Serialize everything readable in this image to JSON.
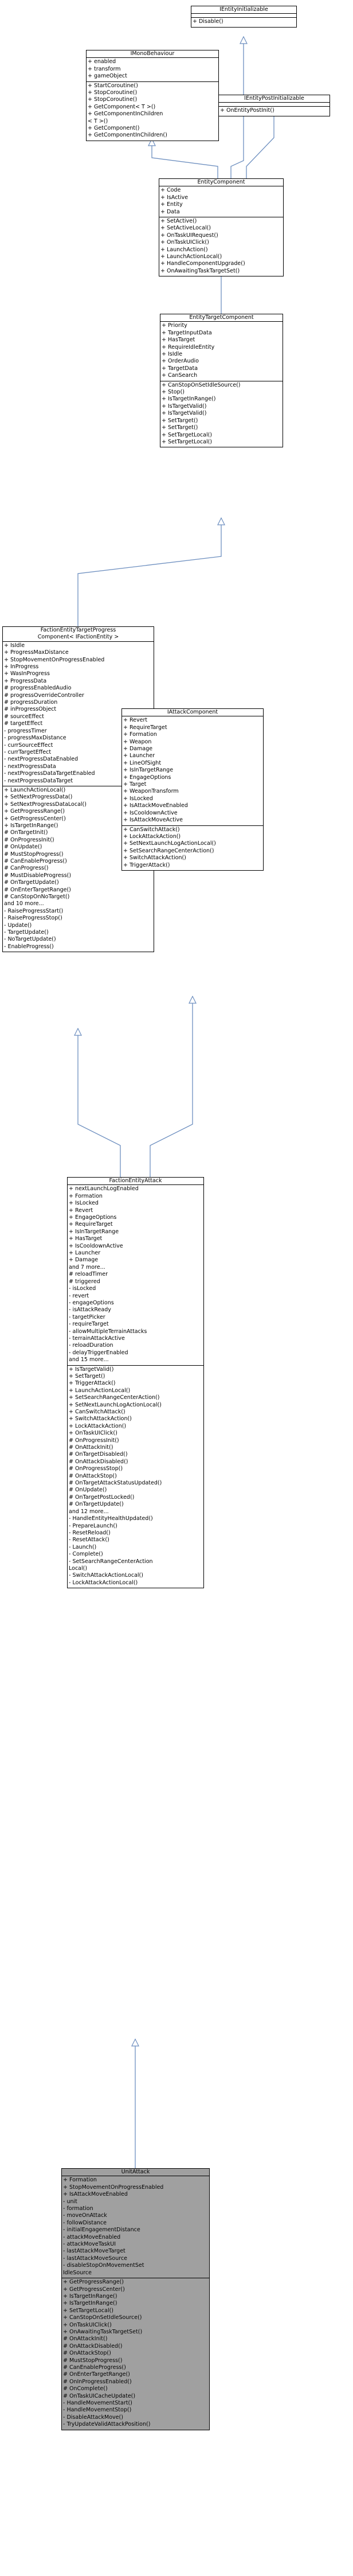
{
  "classes": [
    {
      "name": "IEntityInitializable",
      "fields": [],
      "methods": [
        "+ Disable()"
      ]
    },
    {
      "name": "IMonoBehaviour",
      "fields": [
        "+ enabled",
        "+ transform",
        "+ gameObject"
      ],
      "methods": [
        "+ StartCoroutine()",
        "+ StopCoroutine()",
        "+ StopCoroutine()",
        "+ GetComponent< T >()",
        "+ GetComponentInChildren\n< T >()",
        "+ GetComponent()",
        "+ GetComponentInChildren()"
      ]
    },
    {
      "name": "IEntityPostInitializable",
      "fields": [],
      "methods": [
        "+ OnEntityPostInit()"
      ]
    },
    {
      "name": "EntityComponent",
      "fields": [
        "+ Code",
        "+ IsActive",
        "+ Entity",
        "+ Data"
      ],
      "methods": [
        "+ SetActive()",
        "+ SetActiveLocal()",
        "+ OnTaskUIRequest()",
        "+ OnTaskUIClick()",
        "+ LaunchAction()",
        "+ LaunchActionLocal()",
        "+ HandleComponentUpgrade()",
        "+ OnAwaitingTaskTargetSet()"
      ]
    },
    {
      "name": "EntityTargetComponent",
      "fields": [
        "+ Priority",
        "+ TargetInputData",
        "+ HasTarget",
        "+ RequireIdleEntity",
        "+ IsIdle",
        "+ OrderAudio",
        "+ TargetData",
        "+ CanSearch"
      ],
      "methods": [
        "+ CanStopOnSetIdleSource()",
        "+ Stop()",
        "+ IsTargetInRange()",
        "+ IsTargetValid()",
        "+ IsTargetValid()",
        "+ SetTarget()",
        "+ SetTarget()",
        "+ SetTargetLocal()",
        "+ SetTargetLocal()"
      ]
    },
    {
      "name": "FactionEntityTargetProgress\nComponent< IFactionEntity >",
      "fields": [
        "+ IsIdle",
        "+ ProgressMaxDistance",
        "+ StopMovementOnProgressEnabled",
        "+ InProgress",
        "+ WasInProgress",
        "+ ProgressData",
        "# progressEnabledAudio",
        "# progressOverrideController",
        "# progressDuration",
        "# inProgressObject",
        "# sourceEffect",
        "# targetEffect",
        "- progressTimer",
        "- progressMaxDistance",
        "- currSourceEffect",
        "- currTargetEffect",
        "- nextProgressDataEnabled",
        "- nextProgressData",
        "- nextProgressDataTargetEnabled",
        "- nextProgressDataTarget"
      ],
      "methods": [
        "+ LaunchActionLocal()",
        "+ SetNextProgressData()",
        "+ SetNextProgressDataLocal()",
        "+ GetProgressRange()",
        "+ GetProgressCenter()",
        "+ IsTargetInRange()",
        "# OnTargetInit()",
        "# OnProgressInit()",
        "# OnUpdate()",
        "# MustStopProgress()",
        "# CanEnableProgress()",
        "# CanProgress()",
        "# MustDisableProgress()",
        "# OnTargetUpdate()",
        "# OnEnterTargetRange()",
        "# CanStopOnNoTarget()",
        "and 10 more...",
        "- RaiseProgressStart()",
        "- RaiseProgressStop()",
        "- Update()",
        "- TargetUpdate()",
        "- NoTargetUpdate()",
        "- EnableProgress()"
      ]
    },
    {
      "name": "IAttackComponent",
      "fields": [
        "+ Revert",
        "+ RequireTarget",
        "+ Formation",
        "+ Weapon",
        "+ Damage",
        "+ Launcher",
        "+ LineOfSight",
        "+ IsInTargetRange",
        "+ EngageOptions",
        "+ Target",
        "+ WeaponTransform",
        "+ IsLocked",
        "+ IsAttackMoveEnabled",
        "+ IsCooldownActive",
        "+ IsAttackMoveActive"
      ],
      "methods": [
        "+ CanSwitchAttack()",
        "+ LockAttackAction()",
        "+ SetNextLaunchLogActionLocal()",
        "+ SetSearchRangeCenterAction()",
        "+ SwitchAttackAction()",
        "+ TriggerAttack()"
      ]
    },
    {
      "name": "FactionEntityAttack",
      "fields": [
        "+ nextLaunchLogEnabled",
        "+ Formation",
        "+ IsLocked",
        "+ Revert",
        "+ EngageOptions",
        "+ RequireTarget",
        "+ IsInTargetRange",
        "+ HasTarget",
        "+ IsCooldownActive",
        "+ Launcher",
        "+ Damage",
        "and 7 more...",
        "# reloadTimer",
        "# triggered",
        "- isLocked",
        "- revert",
        "- engageOptions",
        "- isAttackReady",
        "- targetPicker",
        "- requireTarget",
        "- allowMultipleTerrainAttacks",
        "- terrainAttackActive",
        "- reloadDuration",
        "- delayTriggerEnabled",
        "and 15 more..."
      ],
      "methods": [
        "+ IsTargetValid()",
        "+ SetTarget()",
        "+ TriggerAttack()",
        "+ LaunchActionLocal()",
        "+ SetSearchRangeCenterAction()",
        "+ SetNextLaunchLogActionLocal()",
        "+ CanSwitchAttack()",
        "+ SwitchAttackAction()",
        "+ LockAttackAction()",
        "+ OnTaskUIClick()",
        "# OnProgressInit()",
        "# OnAttackInit()",
        "# OnTargetDisabled()",
        "# OnAttackDisabled()",
        "# OnProgressStop()",
        "# OnAttackStop()",
        "# OnTargetAttackStatusUpdated()",
        "# OnUpdate()",
        "# OnTargetPostLocked()",
        "# OnTargetUpdate()",
        "and 12 more...",
        "- HandleEntityHealthUpdated()",
        "- PrepareLaunch()",
        "- ResetReload()",
        "- ResetAttack()",
        "- Launch()",
        "- Complete()",
        "- SetSearchRangeCenterAction\nLocal()",
        "- SwitchAttackActionLocal()",
        "- LockAttackActionLocal()"
      ]
    },
    {
      "name": "UnitAttack",
      "fields": [
        "+ Formation",
        "+ StopMovementOnProgressEnabled",
        "+ IsAttackMoveEnabled",
        "- unit",
        "- formation",
        "- moveOnAttack",
        "- followDistance",
        "- initialEngagementDistance",
        "- attackMoveEnabled",
        "- attackMoveTaskUI",
        "- lastAttackMoveTarget",
        "- lastAttackMoveSource",
        "- disableStopOnMovementSet\nIdleSource"
      ],
      "methods": [
        "+ GetProgressRange()",
        "+ GetProgressCenter()",
        "+ IsTargetInRange()",
        "+ IsTargetInRange()",
        "+ SetTargetLocal()",
        "+ CanStopOnSetIdleSource()",
        "+ OnTaskUIClick()",
        "+ OnAwaitingTaskTargetSet()",
        "# OnAttackInit()",
        "# OnAttackDisabled()",
        "# OnAttackStop()",
        "# MustStopProgress()",
        "# CanEnableProgress()",
        "# OnEnterTargetRange()",
        "# OnInProgressEnabled()",
        "# OnComplete()",
        "# OnTaskUICacheUpdate()",
        "- HandleMovementStart()",
        "- HandleMovementStop()",
        "- DisableAttackMove()",
        "- TryUpdateValidAttackPosition()"
      ]
    }
  ]
}
